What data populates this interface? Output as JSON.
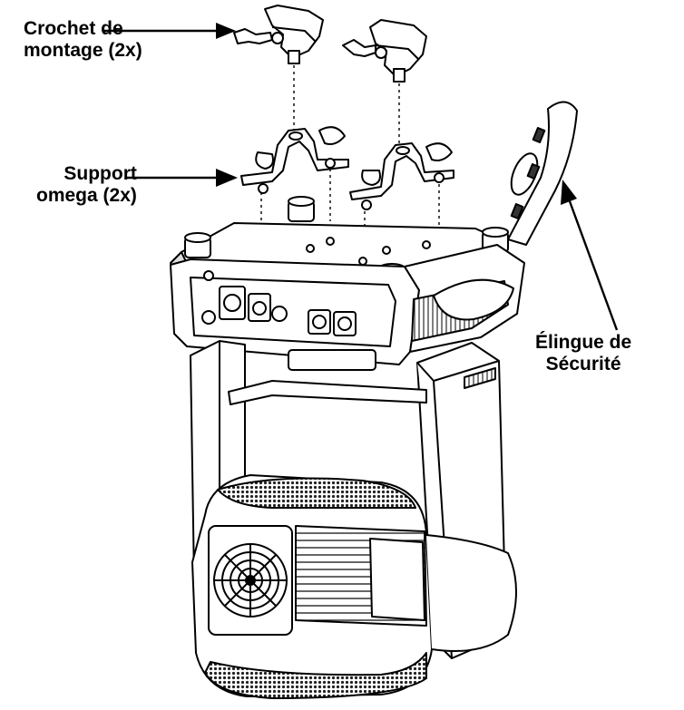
{
  "labels": {
    "crochet": {
      "line1": "Crochet de",
      "line2": "montage (2x)"
    },
    "support": {
      "line1": "Support",
      "line2": "omega (2x)"
    },
    "elingue": {
      "line1": "Élingue de",
      "line2": "Sécurité"
    }
  },
  "colors": {
    "stroke": "#000000",
    "fill": "#ffffff",
    "shade": "#bdbdbd",
    "dark": "#3a3a3a"
  }
}
